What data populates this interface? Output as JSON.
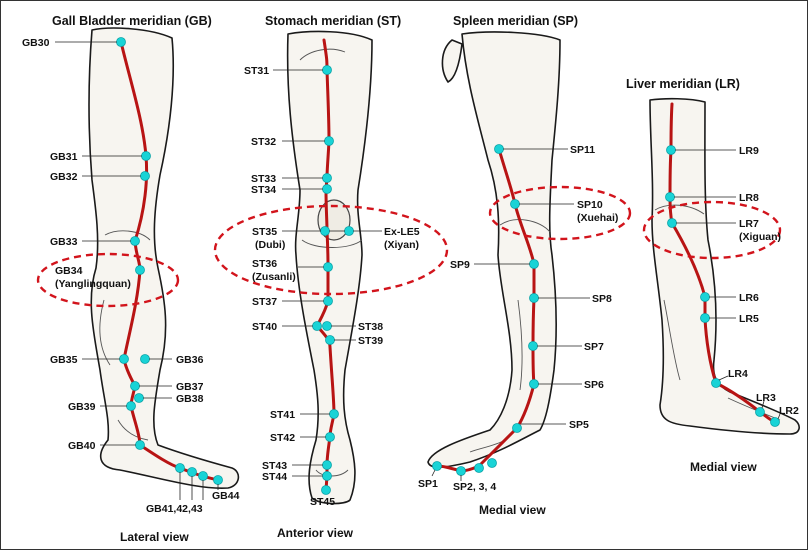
{
  "panels": {
    "gb": {
      "title": "Gall Bladder meridian (GB)",
      "view": "Lateral view",
      "labels": {
        "gb30": "GB30",
        "gb31": "GB31",
        "gb32": "GB32",
        "gb33": "GB33",
        "gb34": "GB34",
        "gb34_name": "(Yanglingquan)",
        "gb35": "GB35",
        "gb36": "GB36",
        "gb37": "GB37",
        "gb38": "GB38",
        "gb39": "GB39",
        "gb40": "GB40",
        "gb41_43": "GB41,42,43",
        "gb44": "GB44"
      }
    },
    "st": {
      "title": "Stomach meridian (ST)",
      "view": "Anterior view",
      "labels": {
        "st31": "ST31",
        "st32": "ST32",
        "st33": "ST33",
        "st34": "ST34",
        "st35": "ST35",
        "st35_name": "(Dubi)",
        "exle5": "Ex-LE5",
        "exle5_name": "(Xiyan)",
        "st36": "ST36",
        "st36_name": "(Zusanli)",
        "st37": "ST37",
        "st38": "ST38",
        "st39": "ST39",
        "st40": "ST40",
        "st41": "ST41",
        "st42": "ST42",
        "st43": "ST43",
        "st44": "ST44",
        "st45": "ST45"
      }
    },
    "sp": {
      "title": "Spleen meridian (SP)",
      "view": "Medial view",
      "labels": {
        "sp11": "SP11",
        "sp10": "SP10",
        "sp10_name": "(Xuehai)",
        "sp9": "SP9",
        "sp8": "SP8",
        "sp7": "SP7",
        "sp6": "SP6",
        "sp5": "SP5",
        "sp1": "SP1",
        "sp2_4": "SP2, 3, 4"
      }
    },
    "lr": {
      "title": "Liver meridian (LR)",
      "view": "Medial view",
      "labels": {
        "lr9": "LR9",
        "lr8": "LR8",
        "lr7": "LR7",
        "lr7_name": "(Xiguan)",
        "lr6": "LR6",
        "lr5": "LR5",
        "lr4": "LR4",
        "lr3": "LR3",
        "lr2": "LR2"
      }
    }
  },
  "colors": {
    "meridian_line": "#b81414",
    "acupoint": "#19d3d6",
    "highlight_ellipse": "#d2141c"
  }
}
